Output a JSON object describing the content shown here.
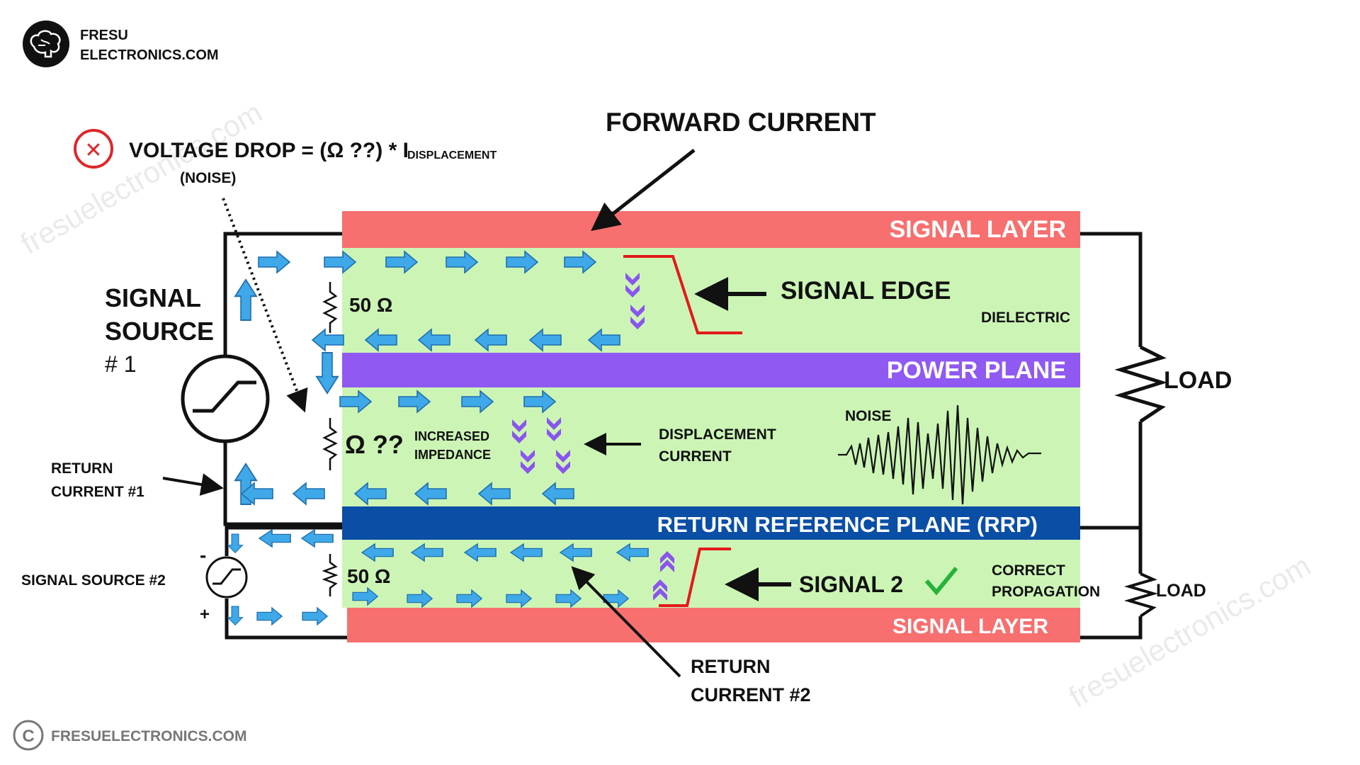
{
  "brand": {
    "line1": "FRESU",
    "line2": "ELECTRONICS.COM"
  },
  "footer": {
    "copyright_symbol": "C",
    "text": "FRESUELECTRONICS.COM"
  },
  "watermark": "fresuelectronics.com",
  "formula": {
    "error_symbol": "✕",
    "main": "VOLTAGE DROP = (Ω ??) * I",
    "subscript": "DISPLACEMENT",
    "note": "(NOISE)"
  },
  "labels": {
    "forward_current": "FORWARD CURRENT",
    "signal_source_1_line1": "SIGNAL",
    "signal_source_1_line2": "SOURCE",
    "signal_source_1_line3": "# 1",
    "return_current_1_line1": "RETURN",
    "return_current_1_line2": "CURRENT  #1",
    "signal_source_2": "SIGNAL SOURCE #2",
    "minus": "-",
    "plus": "+",
    "r1": "50 Ω",
    "r2": "Ω ??",
    "r3": "50 Ω",
    "increased_line1": "INCREASED",
    "increased_line2": "IMPEDANCE",
    "signal_edge": "SIGNAL EDGE",
    "dielectric": "DIELECTRIC",
    "displacement_line1": "DISPLACEMENT",
    "displacement_line2": "CURRENT",
    "noise": "NOISE",
    "load_1": "LOAD",
    "load_2": "LOAD",
    "signal_2": "SIGNAL 2",
    "correct_line1": "CORRECT",
    "correct_line2": "PROPAGATION",
    "return_current_2_line1": "RETURN",
    "return_current_2_line2": "CURRENT  #2"
  },
  "layers": {
    "signal_layer_top": "SIGNAL LAYER",
    "power_plane": "POWER PLANE",
    "rrp": "RETURN REFERENCE PLANE (RRP)",
    "signal_layer_bottom": "SIGNAL LAYER"
  },
  "icons": {
    "logo": "brain-icon",
    "error": "x-circle-icon",
    "check": "check-mark-icon",
    "source": "step-source-icon",
    "copyright": "copyright-icon"
  },
  "colors": {
    "signal_layer": "#f76f6f",
    "dielectric": "#ccf5b5",
    "power_plane": "#8f59f2",
    "rrp": "#0a4ea6",
    "arrow_blue": "#3fa8e8",
    "chevron_purple": "#8a55ee",
    "error_red": "#e0262a",
    "check_green": "#27b33a",
    "edge_red": "#e3191b"
  }
}
